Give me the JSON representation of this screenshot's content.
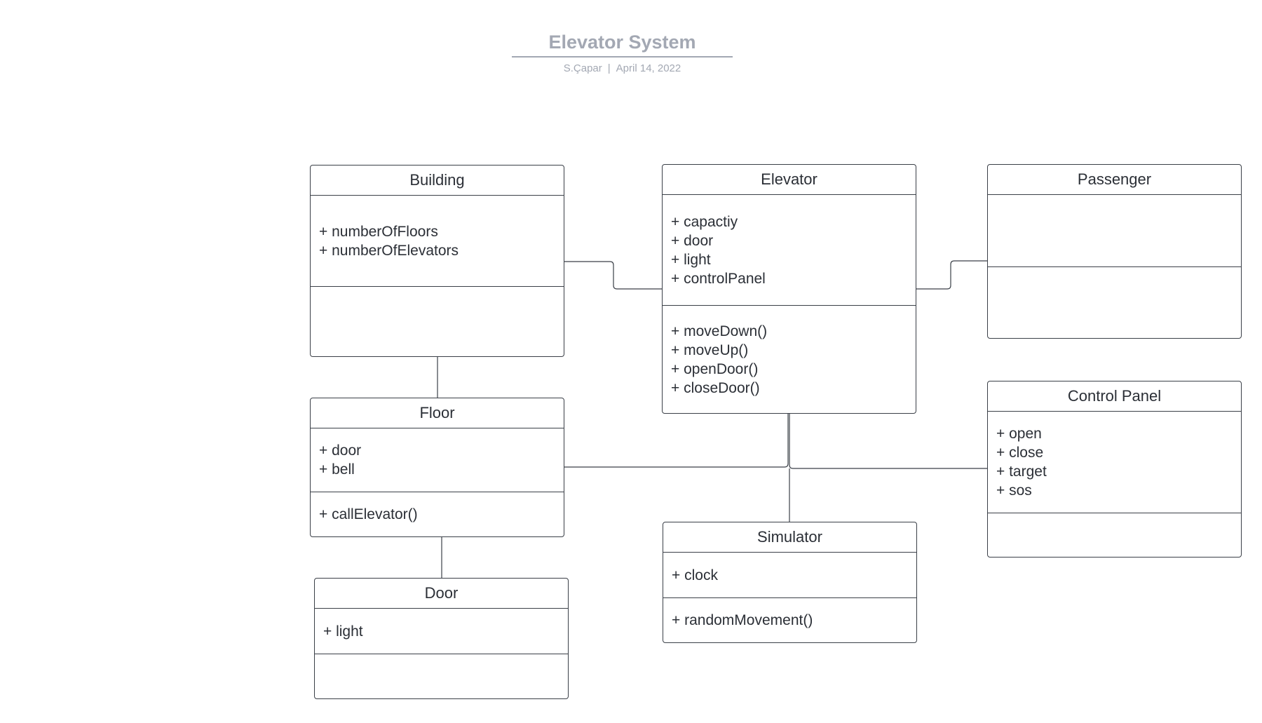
{
  "header": {
    "title": "Elevator System",
    "author": "S.Çapar",
    "separator": "|",
    "date": "April 14, 2022"
  },
  "classes": {
    "building": {
      "name": "Building",
      "attributes": [
        "+ numberOfFloors",
        "+ numberOfElevators"
      ],
      "methods": []
    },
    "elevator": {
      "name": "Elevator",
      "attributes": [
        "+ capactiy",
        "+ door",
        "+ light",
        "+ controlPanel"
      ],
      "methods": [
        "+ moveDown()",
        "+ moveUp()",
        "+ openDoor()",
        "+ closeDoor()"
      ]
    },
    "passenger": {
      "name": "Passenger",
      "attributes": [],
      "methods": []
    },
    "floor": {
      "name": "Floor",
      "attributes": [
        "+ door",
        "+ bell"
      ],
      "methods": [
        "+ callElevator()"
      ]
    },
    "control_panel": {
      "name": "Control Panel",
      "attributes": [
        "+ open",
        "+ close",
        "+ target",
        "+ sos"
      ],
      "methods": []
    },
    "simulator": {
      "name": "Simulator",
      "attributes": [
        "+ clock"
      ],
      "methods": [
        "+ randomMovement()"
      ]
    },
    "door": {
      "name": "Door",
      "attributes": [
        "+ light"
      ],
      "methods": []
    }
  },
  "colors": {
    "header_text": "#a3a8b3",
    "line": "#3a3f47",
    "text": "#2b2f36"
  }
}
